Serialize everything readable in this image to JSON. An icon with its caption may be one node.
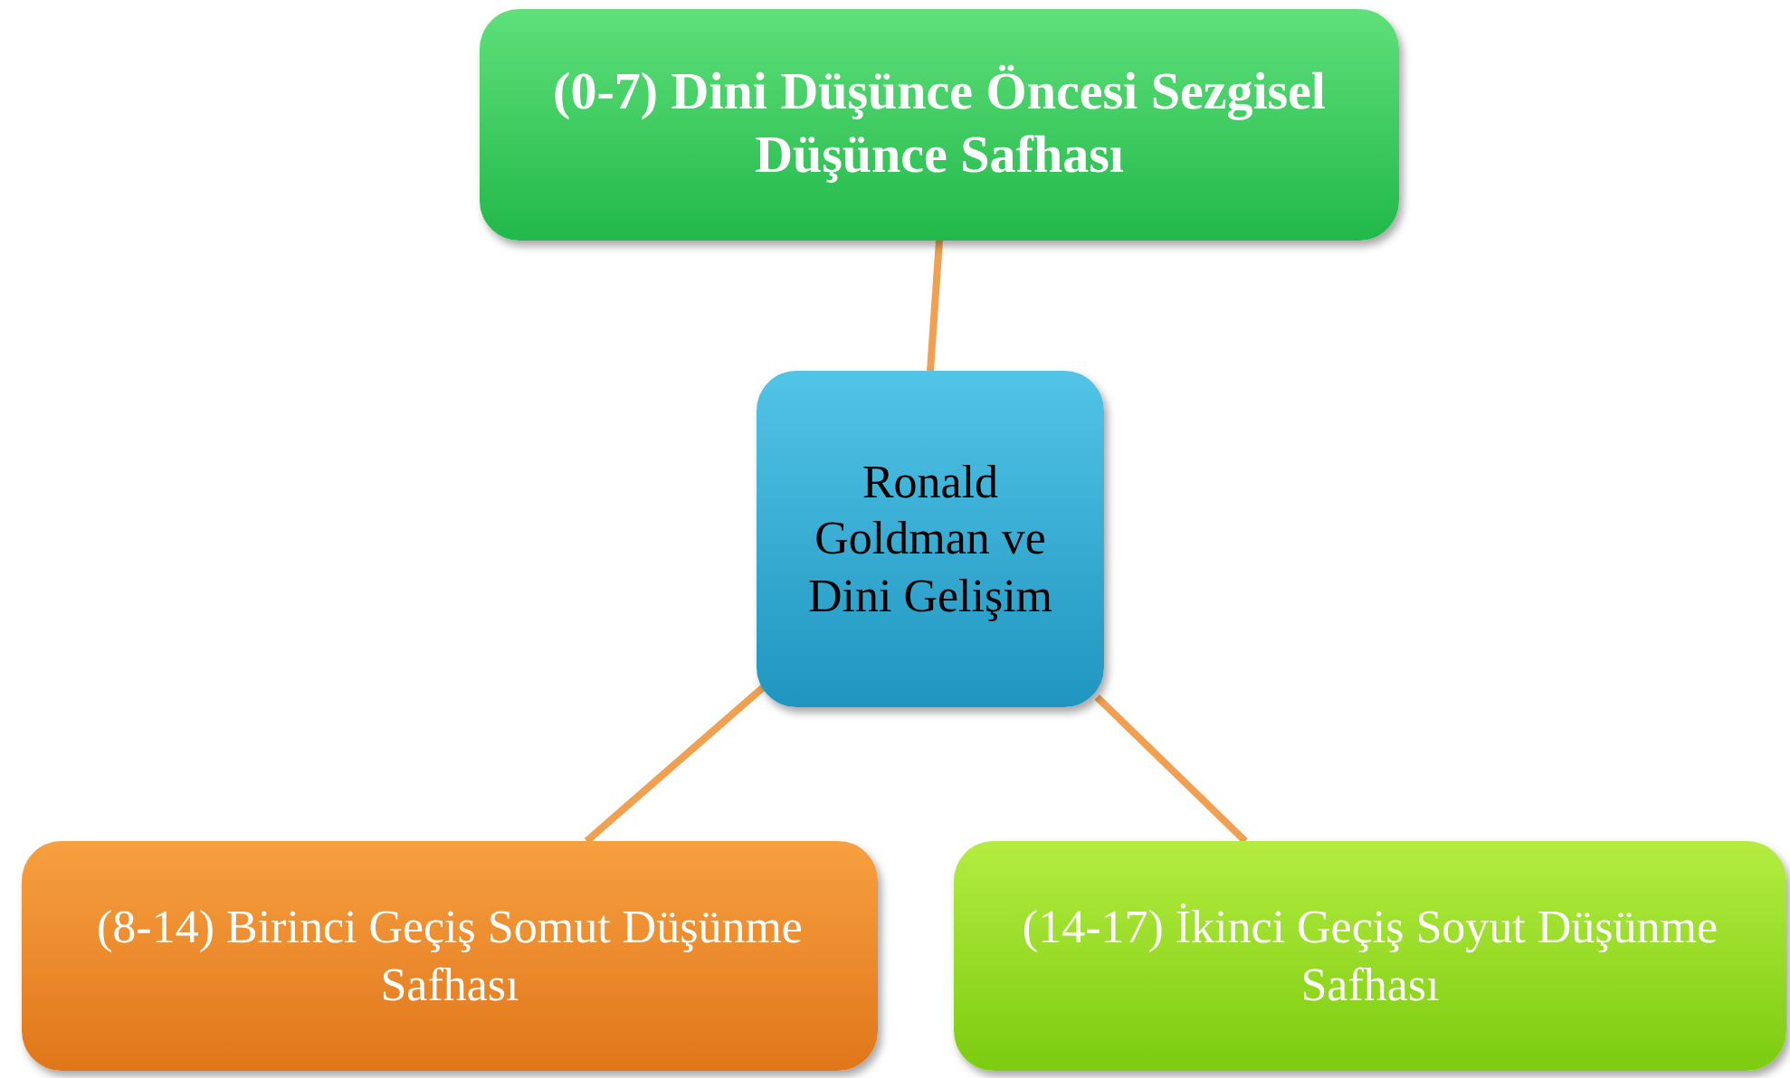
{
  "diagram": {
    "nodes": [
      {
        "text": [
          "(0-7) Dini Düşünce Öncesi Sezgisel Düşünce Safhası"
        ]
      },
      {
        "text": [
          "Ronald Goldman ve Dini Gelişim"
        ]
      },
      {
        "text": [
          "(8-14) Birinci Geçiş Somut Düşünme Safhası"
        ]
      },
      {
        "text": [
          "(14-17) İkinci Geçiş Soyut Düşünme Safhası"
        ]
      }
    ],
    "edges": [
      {
        "from": 1,
        "to": 0,
        "arrow": "none"
      },
      {
        "from": 1,
        "to": 2,
        "arrow": "none"
      },
      {
        "from": 1,
        "to": 3,
        "arrow": "none"
      }
    ]
  }
}
